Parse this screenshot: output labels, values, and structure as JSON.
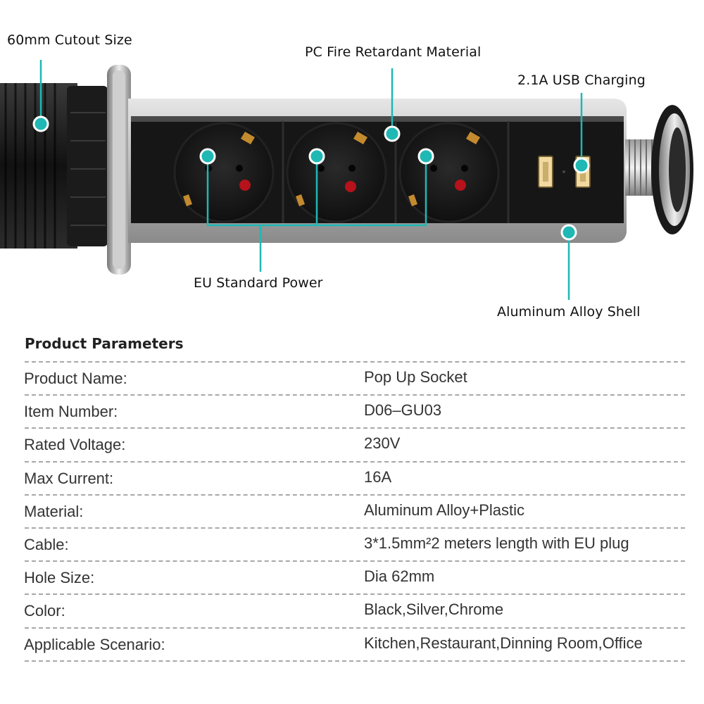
{
  "callouts": {
    "cutout": "60mm Cutout Size",
    "material": "PC Fire Retardant Material",
    "usb": "2.1A USB Charging",
    "power": "EU Standard Power",
    "shell": "Aluminum Alloy Shell"
  },
  "colors": {
    "accent": "#1fb8b4",
    "body_black": "#141414",
    "shell_silver": "#c8c8c8"
  },
  "params": {
    "title": "Product Parameters",
    "rows": [
      {
        "label": "Product Name:",
        "value": "Pop Up Socket"
      },
      {
        "label": "Item Number:",
        "value": "D06–GU03"
      },
      {
        "label": "Rated Voltage:",
        "value": "230V"
      },
      {
        "label": "Max Current:",
        "value": "16A"
      },
      {
        "label": "Material:",
        "value": "Aluminum Alloy+Plastic"
      },
      {
        "label": "Cable:",
        "value": "3*1.5mm²2 meters length with EU plug"
      },
      {
        "label": "Hole Size:",
        "value": "Dia 62mm"
      },
      {
        "label": "Color:",
        "value": "Black,Silver,Chrome"
      },
      {
        "label": "Applicable Scenario:",
        "value": "Kitchen,Restaurant,Dinning Room,Office"
      }
    ]
  }
}
